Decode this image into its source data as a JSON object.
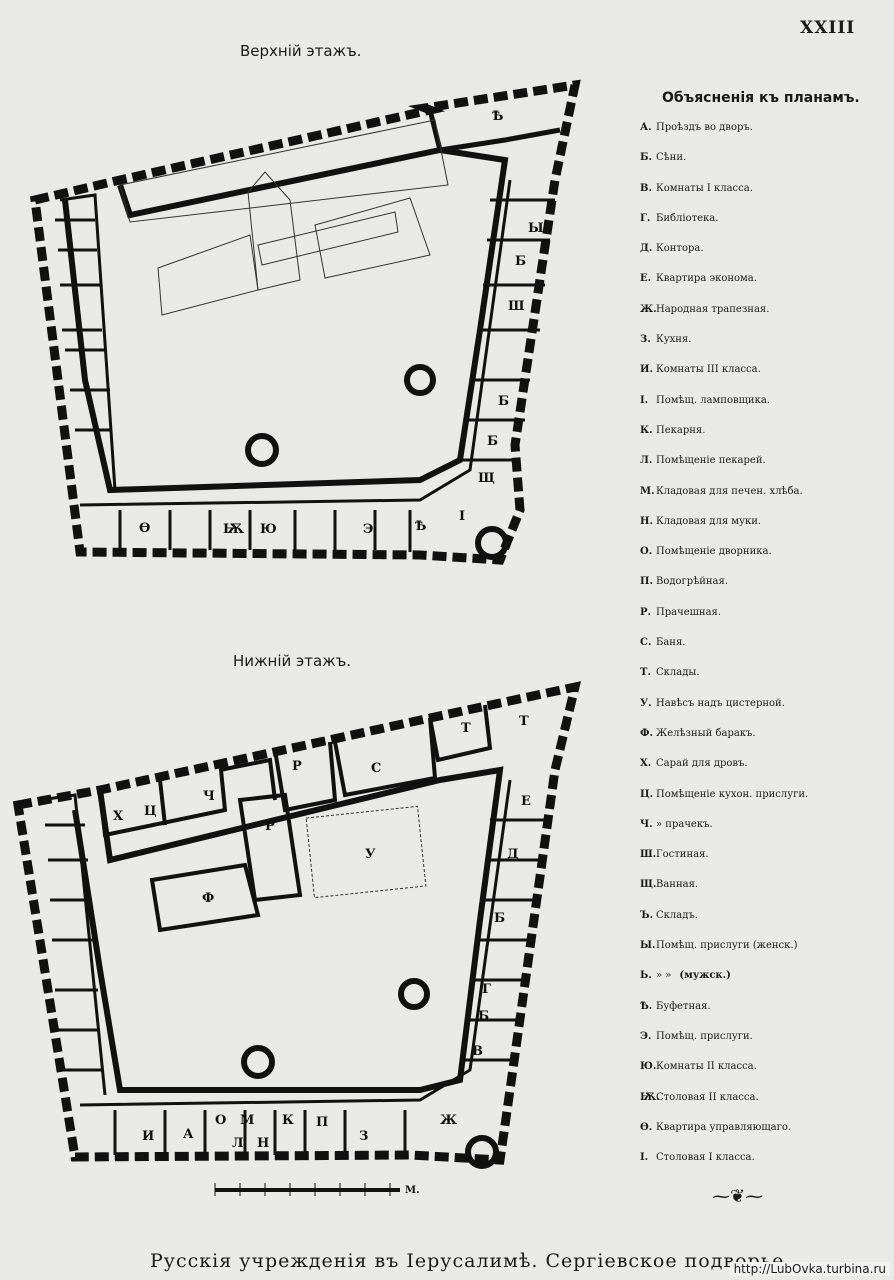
{
  "plate_number": "XXIII",
  "upper_floor": {
    "title": "Верхнiй этажъ.",
    "labels": [
      "Ѣ",
      "Ы",
      "Б",
      "Ш",
      "Б",
      "Б",
      "Щ",
      "Ѳ",
      "Ѭ",
      "Ю",
      "Э",
      "Ѣ",
      "I"
    ]
  },
  "lower_floor": {
    "title": "Нижнiй этажъ.",
    "labels": [
      "Т",
      "Т",
      "С",
      "Р",
      "Х",
      "Ц",
      "Ч",
      "Р",
      "У",
      "Ф",
      "Е",
      "Д",
      "Б",
      "Г",
      "Б",
      "В",
      "И",
      "А",
      "О",
      "М",
      "К",
      "Л",
      "Н",
      "П",
      "З",
      "Ж"
    ],
    "scale_label": "М."
  },
  "legend": {
    "title": "Объясненiя къ планамъ.",
    "items": [
      {
        "key": "А.",
        "text": "Проѣздъ во дворъ."
      },
      {
        "key": "Б.",
        "text": "Сѣни."
      },
      {
        "key": "В.",
        "text": "Комнаты I класса."
      },
      {
        "key": "Г.",
        "text": "Библiотека."
      },
      {
        "key": "Д.",
        "text": "Контора."
      },
      {
        "key": "Е.",
        "text": "Квартира эконома."
      },
      {
        "key": "Ж.",
        "text": "Народная трапезная."
      },
      {
        "key": "З.",
        "text": "Кухня."
      },
      {
        "key": "И.",
        "text": "Комнаты III класса."
      },
      {
        "key": "І.",
        "text": "Помѣщ. ламповщика."
      },
      {
        "key": "К.",
        "text": "Пекарня."
      },
      {
        "key": "Л.",
        "text": "Помѣщенiе пекарей."
      },
      {
        "key": "М.",
        "text": "Кладовая для печен. хлѣба."
      },
      {
        "key": "Н.",
        "text": "Кладовая для муки."
      },
      {
        "key": "О.",
        "text": "Помѣщенiе дворника."
      },
      {
        "key": "П.",
        "text": "Водогрѣйная."
      },
      {
        "key": "Р.",
        "text": "Прачешная."
      },
      {
        "key": "С.",
        "text": "Баня."
      },
      {
        "key": "Т.",
        "text": "Склады."
      },
      {
        "key": "У.",
        "text": "Навѣсъ надъ цистерной."
      },
      {
        "key": "Ф.",
        "text": "Желѣзный баракъ."
      },
      {
        "key": "Х.",
        "text": "Сарай для дровъ."
      },
      {
        "key": "Ц.",
        "text": "Помѣщенiе кухон. прислуги."
      },
      {
        "key": "Ч.",
        "text": "» прачекъ."
      },
      {
        "key": "Ш.",
        "text": "Гостиная."
      },
      {
        "key": "Щ.",
        "text": "Ванная."
      },
      {
        "key": "Ъ.",
        "text": "Складъ."
      },
      {
        "key": "Ы.",
        "text": "Помѣщ. прислуги (женск.)"
      },
      {
        "key": "Ь.",
        "text": "» »",
        "extra": "(мужск.)"
      },
      {
        "key": "Ѣ.",
        "text": "Буфетная."
      },
      {
        "key": "Э.",
        "text": "Помѣщ. прислуги."
      },
      {
        "key": "Ю.",
        "text": "Комнаты II класса."
      },
      {
        "key": "Ѭ.",
        "text": "Столовая II класса."
      },
      {
        "key": "Ѳ.",
        "text": "Квартира управляющаго."
      },
      {
        "key": "І.",
        "text": "Столовая I класса."
      }
    ]
  },
  "footer": "Русскiя учрежденiя въ Iерусалимѣ. Сергiевское подворье.",
  "watermark": "http://LubOvka.turbina.ru",
  "ornament": "⁓❦⁓"
}
